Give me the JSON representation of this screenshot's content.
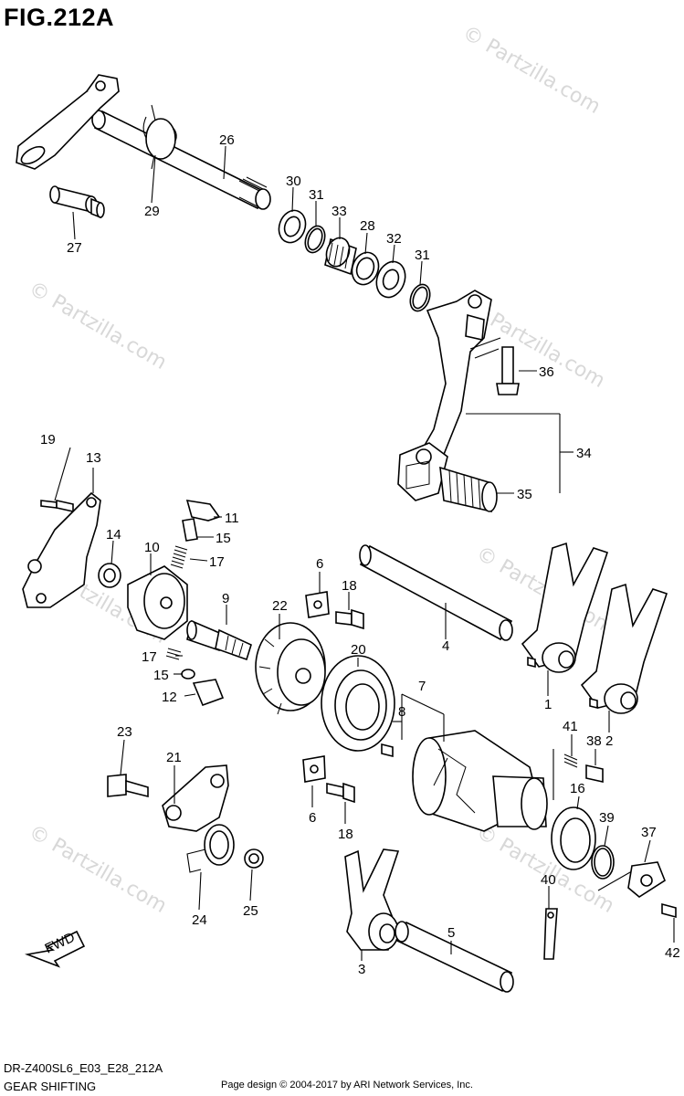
{
  "figure": {
    "title": "FIG.212A",
    "model_code": "DR-Z400SL6_E03_E28_212A",
    "section_name": "GEAR SHIFTING",
    "copyright": "Page design © 2004-2017 by ARI Network Services, Inc.",
    "watermark": "© Partzilla.com",
    "fwd_label": "FWD"
  },
  "callouts": {
    "p1": "1",
    "p2": "2",
    "p3": "3",
    "p4": "4",
    "p5": "5",
    "p6a": "6",
    "p6b": "6",
    "p7": "7",
    "p8": "8",
    "p9": "9",
    "p10": "10",
    "p11": "11",
    "p12": "12",
    "p13": "13",
    "p14": "14",
    "p15a": "15",
    "p15b": "15",
    "p16": "16",
    "p17a": "17",
    "p17b": "17",
    "p18a": "18",
    "p18b": "18",
    "p19": "19",
    "p20": "20",
    "p21": "21",
    "p22": "22",
    "p23": "23",
    "p24": "24",
    "p25": "25",
    "p26": "26",
    "p27": "27",
    "p28": "28",
    "p29": "29",
    "p30": "30",
    "p31a": "31",
    "p31b": "31",
    "p32": "32",
    "p33": "33",
    "p34": "34",
    "p35": "35",
    "p36": "36",
    "p37": "37",
    "p38": "38",
    "p39": "39",
    "p40": "40",
    "p41": "41",
    "p42": "42"
  }
}
